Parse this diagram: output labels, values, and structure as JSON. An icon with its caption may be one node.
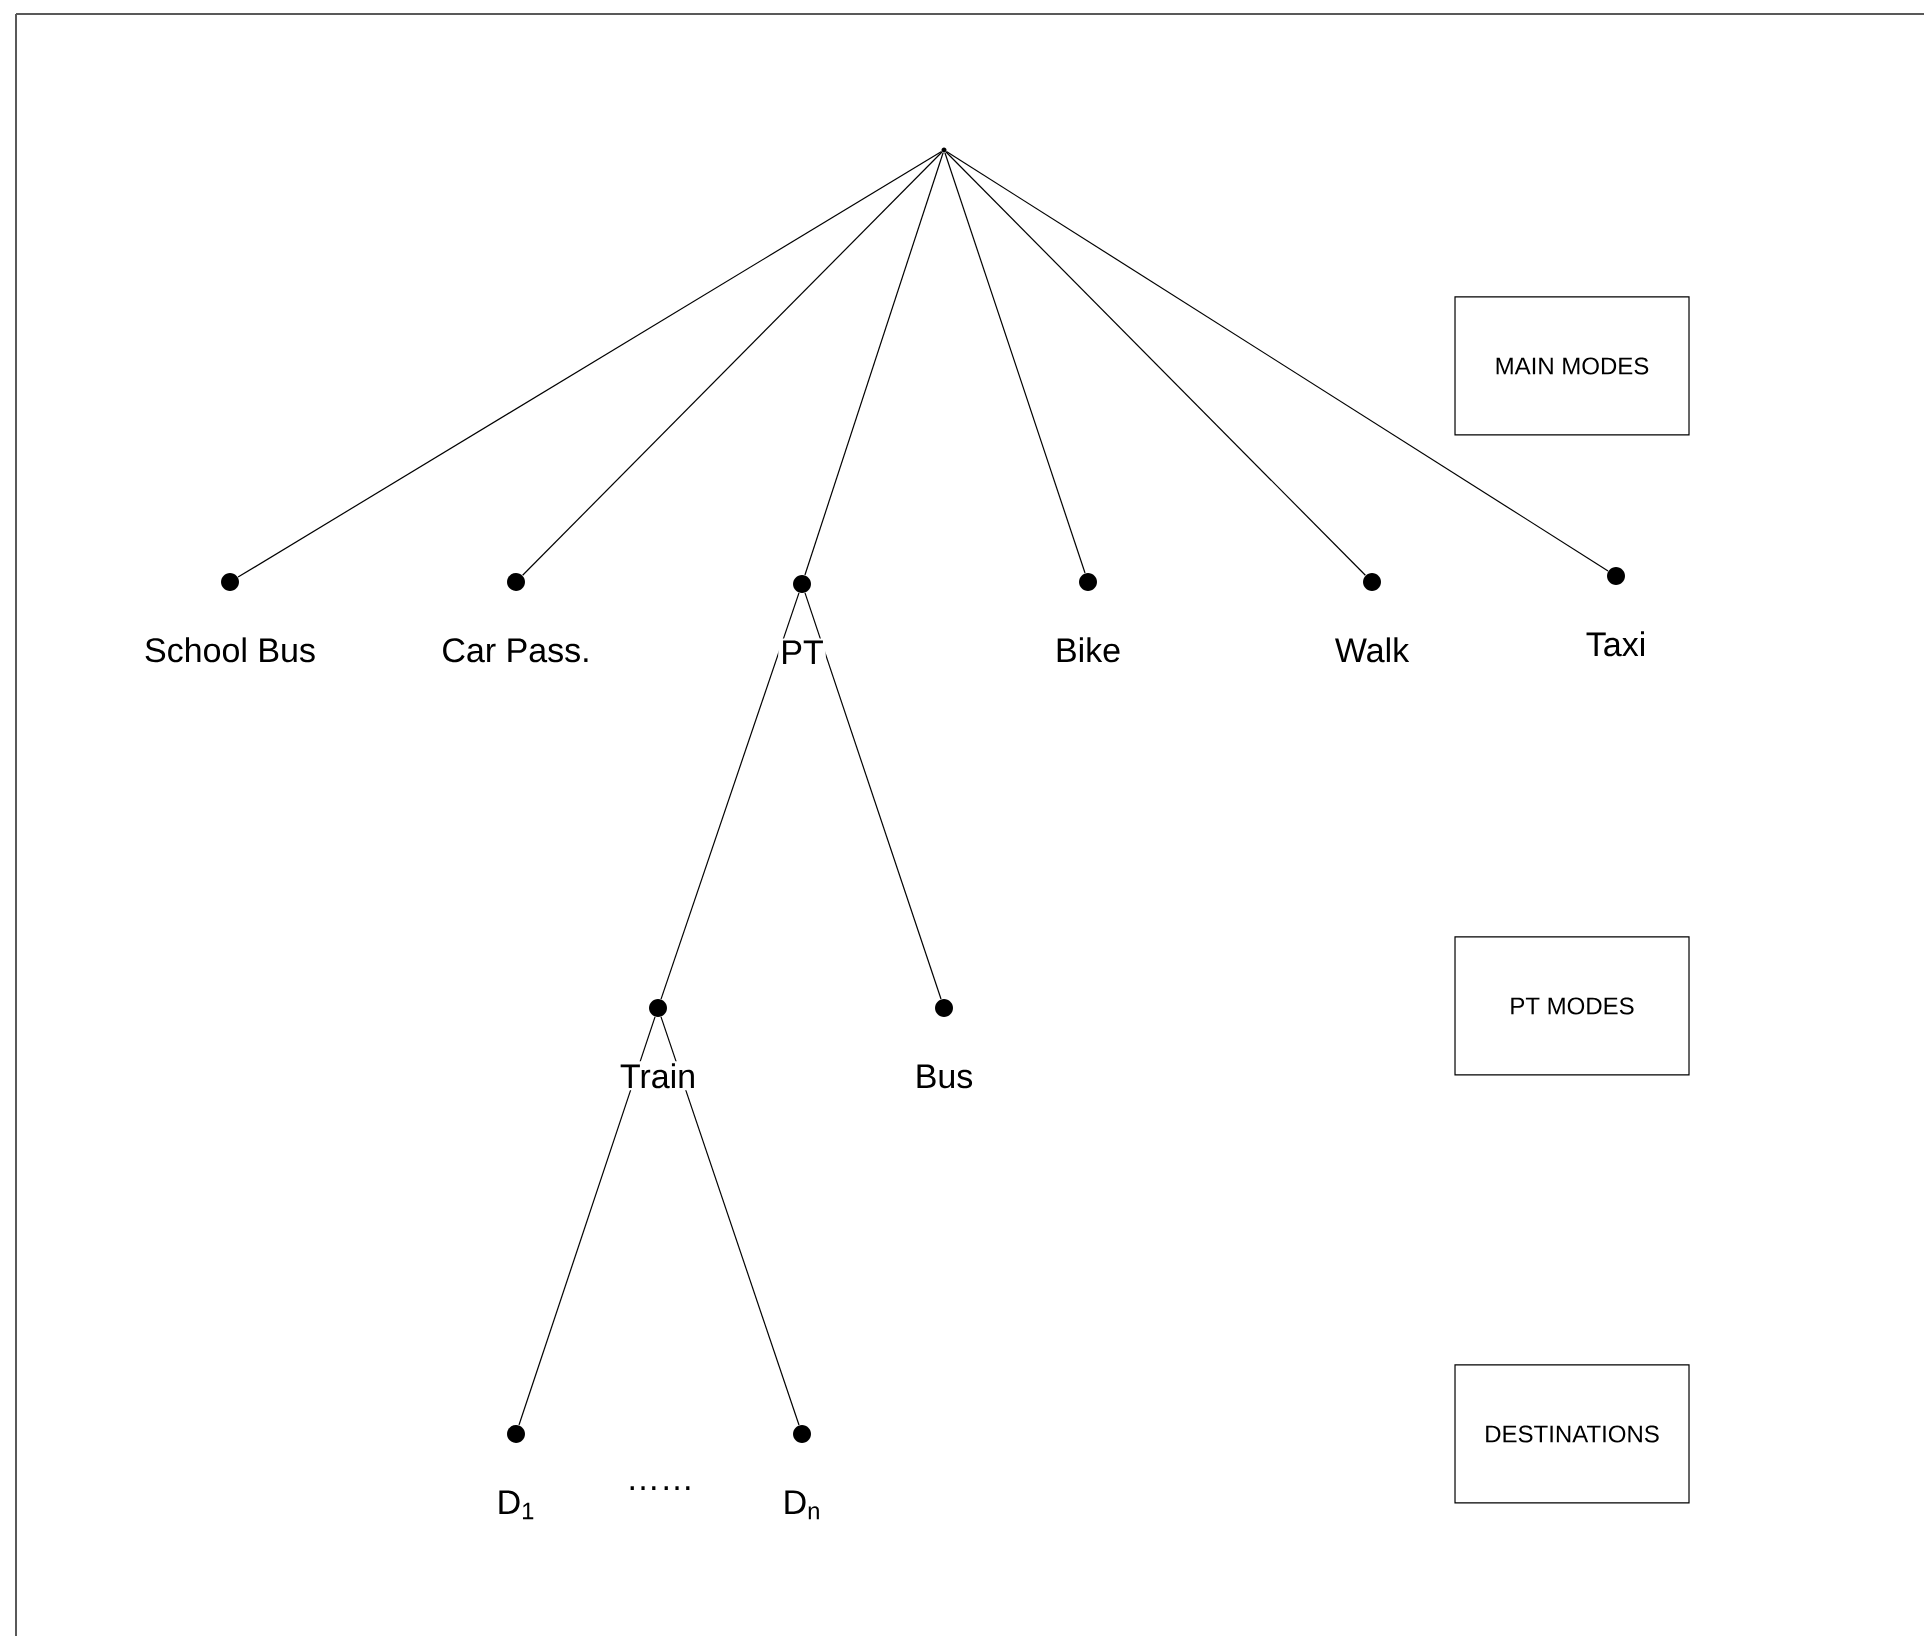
{
  "diagram": {
    "nodes": [
      {
        "text": [],
        "shape": "point"
      },
      {
        "text": [],
        "shape": "circle",
        "beside": [
          "School Bus"
        ]
      },
      {
        "text": [],
        "shape": "circle",
        "beside": [
          "Car Pass."
        ]
      },
      {
        "text": [],
        "shape": "circle",
        "beside": [
          "PT"
        ]
      },
      {
        "text": [],
        "shape": "circle",
        "beside": [
          "Bike"
        ]
      },
      {
        "text": [],
        "shape": "circle",
        "beside": [
          "Walk"
        ]
      },
      {
        "text": [],
        "shape": "circle",
        "beside": [
          "Taxi"
        ]
      },
      {
        "text": [],
        "shape": "circle",
        "beside": [
          "Train"
        ]
      },
      {
        "text": [],
        "shape": "circle",
        "beside": [
          "Bus"
        ]
      },
      {
        "text": [],
        "shape": "circle",
        "beside": [
          "D$_{1}$"
        ]
      },
      {
        "text": [],
        "shape": "circle",
        "beside": [
          "D$_{n}$"
        ]
      },
      {
        "text": [
          "MAIN MODES"
        ]
      },
      {
        "text": [
          "PT MODES"
        ]
      },
      {
        "text": [
          "DESTINATIONS"
        ]
      }
    ],
    "edges": [
      {
        "from": 0,
        "to": 1,
        "arrow": "none"
      },
      {
        "from": 0,
        "to": 2,
        "arrow": "none"
      },
      {
        "from": 0,
        "to": 3,
        "arrow": "none"
      },
      {
        "from": 0,
        "to": 4,
        "arrow": "none"
      },
      {
        "from": 0,
        "to": 5,
        "arrow": "none"
      },
      {
        "from": 0,
        "to": 6,
        "arrow": "none"
      },
      {
        "from": 3,
        "to": 7,
        "arrow": "none"
      },
      {
        "from": 3,
        "to": 8,
        "arrow": "none"
      },
      {
        "from": 7,
        "to": 9,
        "arrow": "none"
      },
      {
        "from": 7,
        "to": 10,
        "arrow": "none"
      }
    ],
    "labels": [
      "……"
    ]
  }
}
